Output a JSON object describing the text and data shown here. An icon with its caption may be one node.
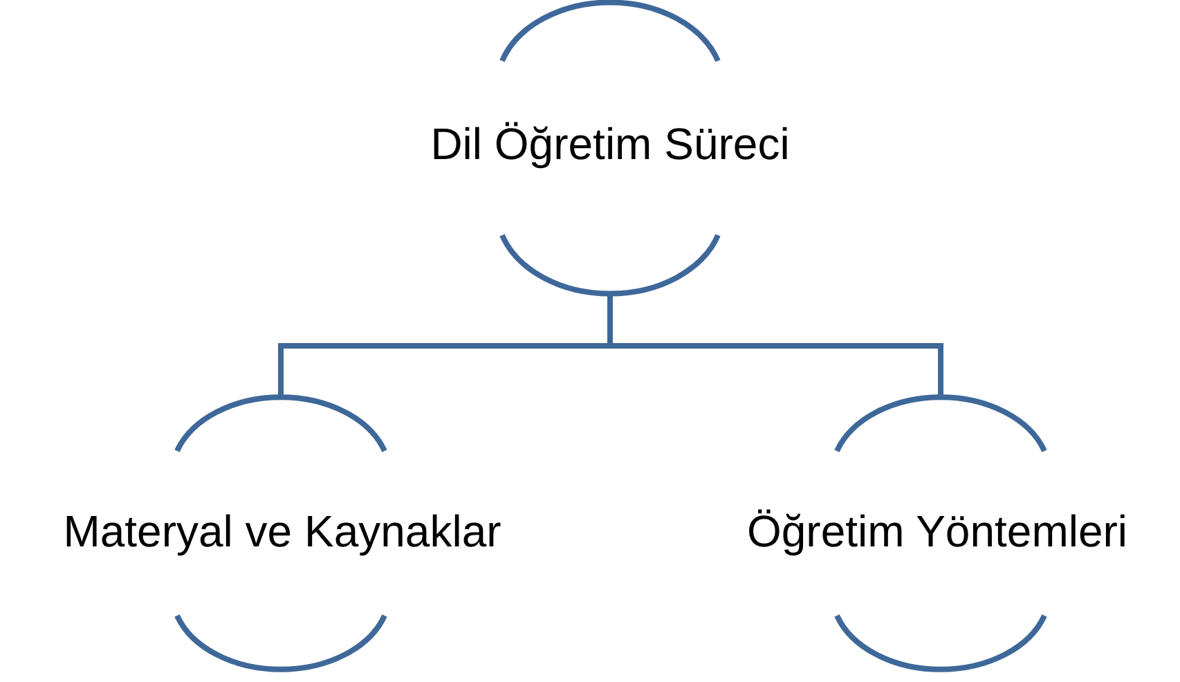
{
  "diagram": {
    "nodes": [
      {
        "text": [
          "Dil Öğretim Süreci"
        ]
      },
      {
        "text": [
          "Materyal ve Kaynaklar"
        ]
      },
      {
        "text": [
          "Öğretim Yöntemleri"
        ]
      }
    ],
    "edges": [
      {
        "from": 0,
        "to": 1,
        "arrow": "none"
      },
      {
        "from": 0,
        "to": 2,
        "arrow": "none"
      }
    ]
  }
}
